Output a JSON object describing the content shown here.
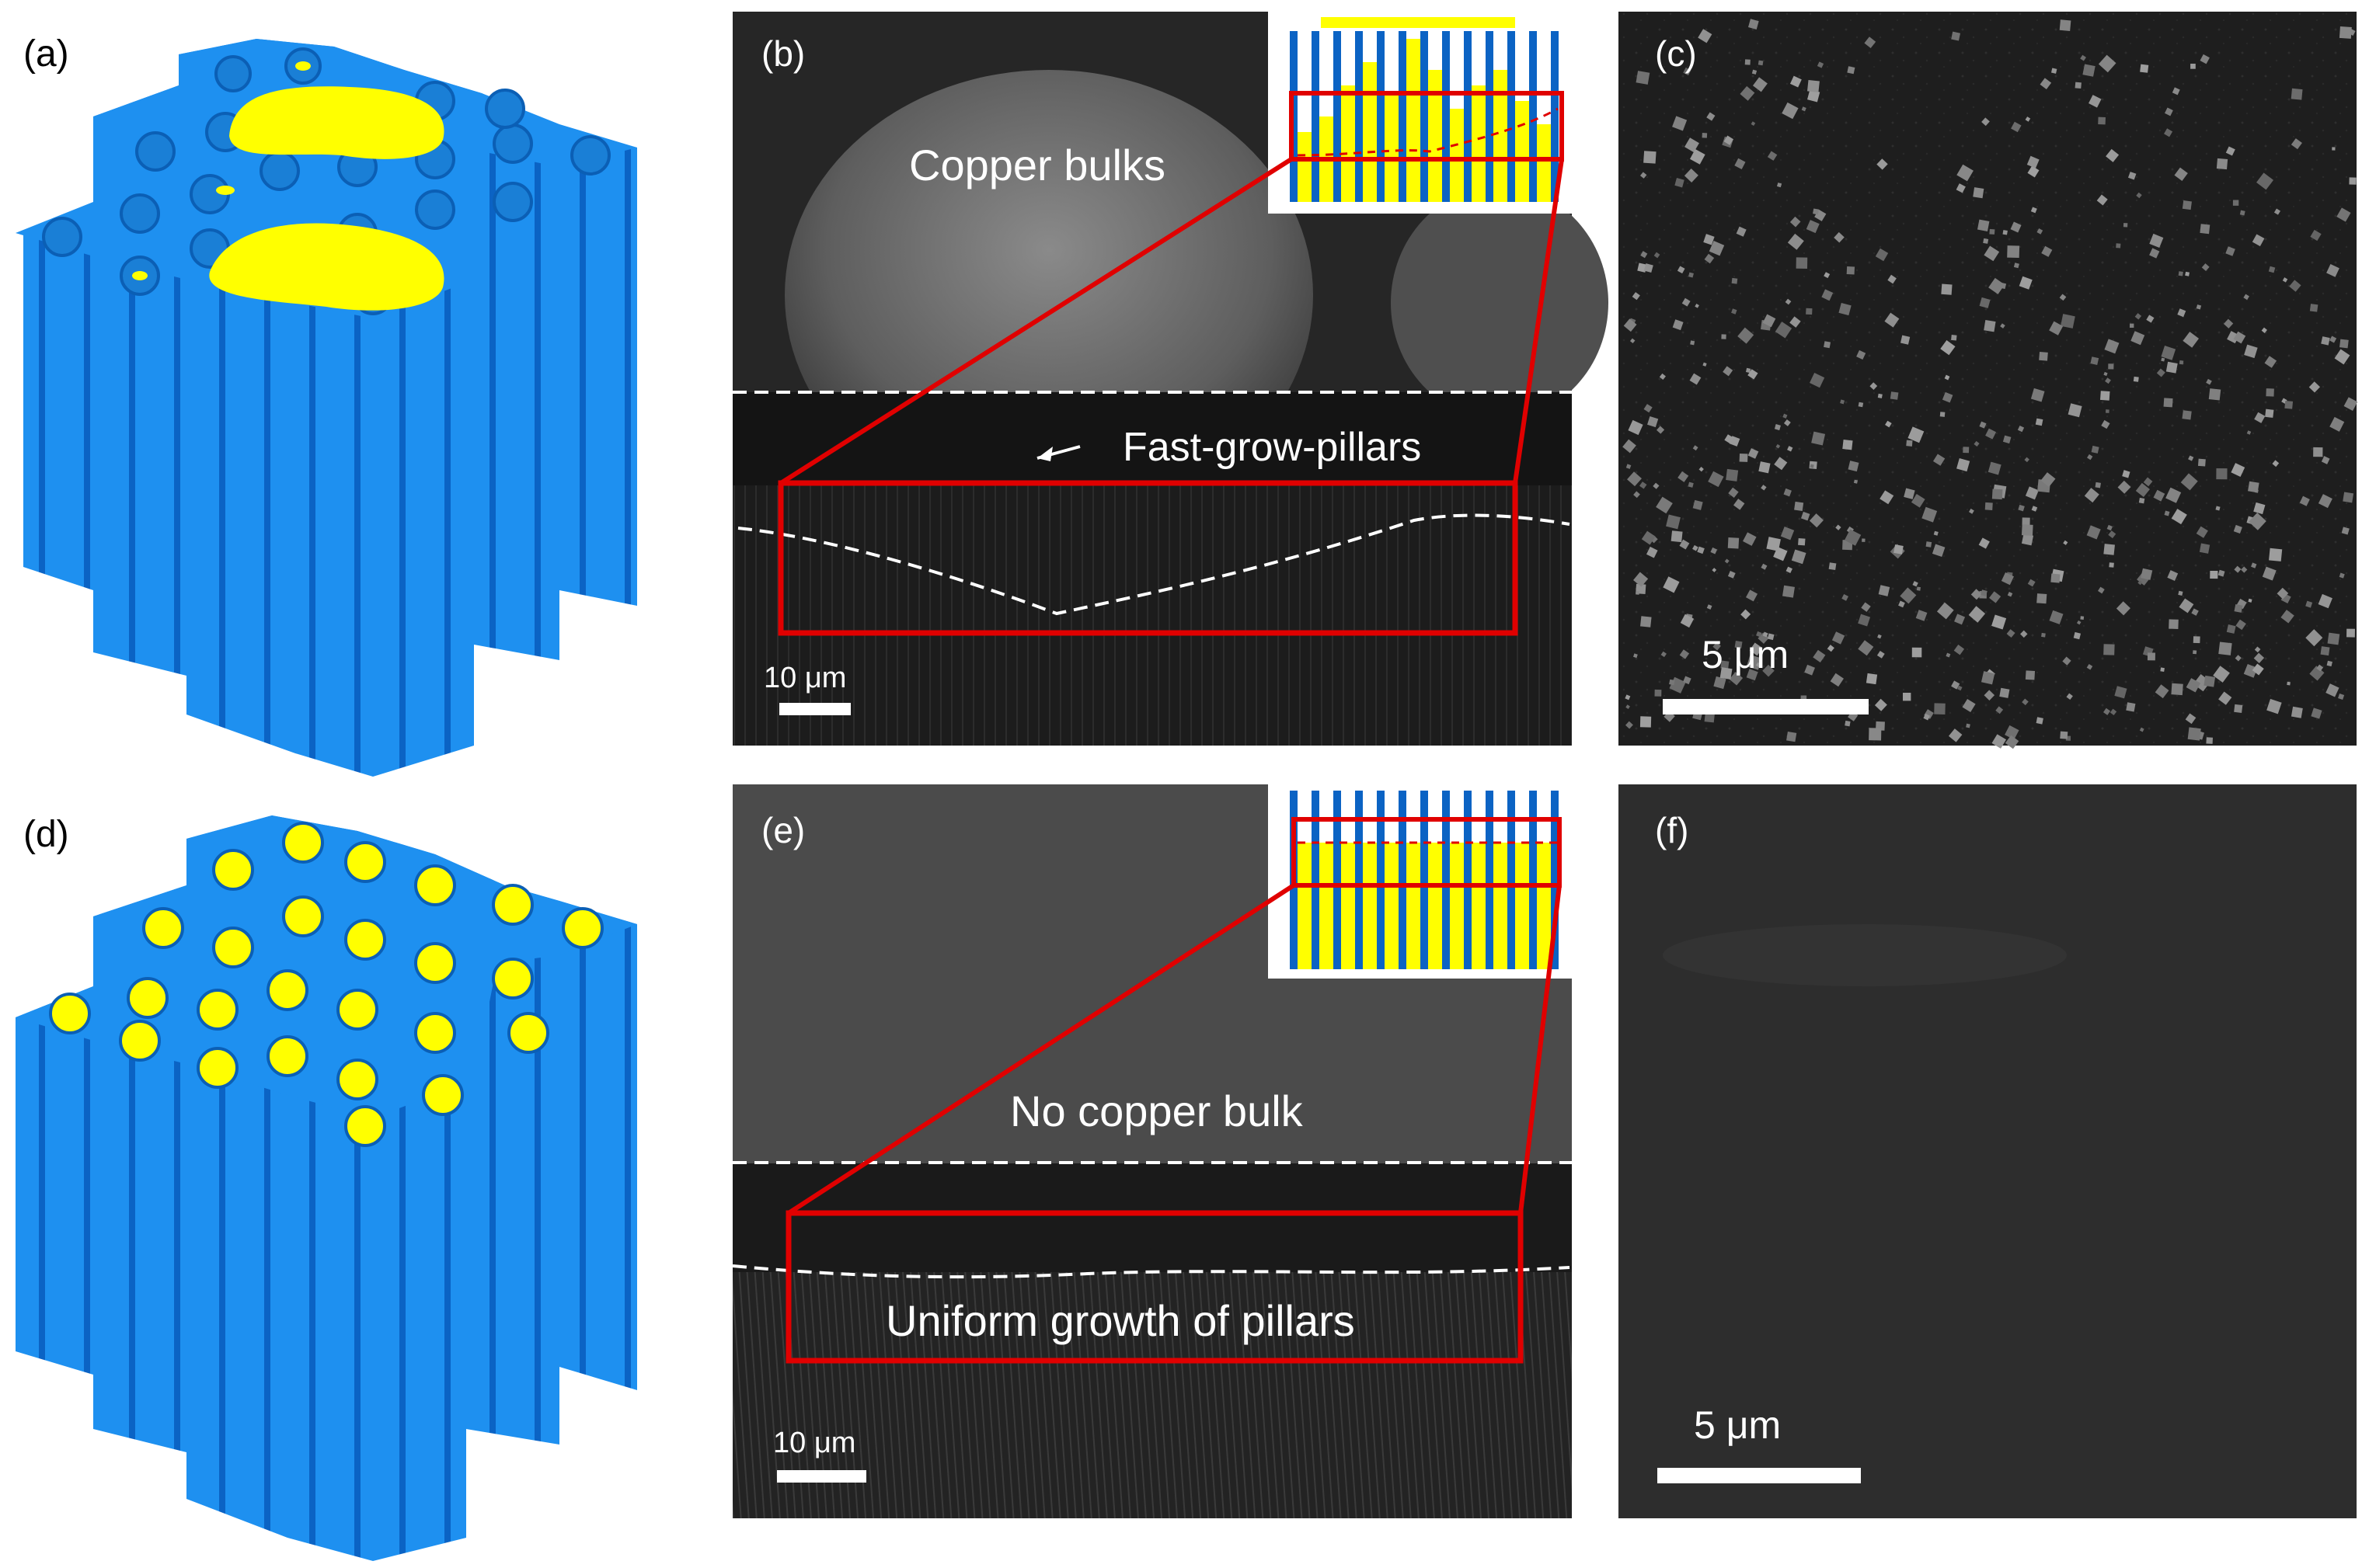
{
  "panels": {
    "a": {
      "label": "(a)"
    },
    "b": {
      "label": "(b)",
      "text_top": "Copper bulks",
      "text_arrow": "Fast-grow-pillars",
      "scale": "10 μm"
    },
    "c": {
      "label": "(c)",
      "scale": "5 μm"
    },
    "d": {
      "label": "(d)"
    },
    "e": {
      "label": "(e)",
      "text_top": "No copper bulk",
      "text_bottom": "Uniform growth of pillars",
      "scale": "10 μm"
    },
    "f": {
      "label": "(f)",
      "scale": "5 μm"
    }
  },
  "colors": {
    "pillar": "#1e90f0",
    "pillar_dark": "#0b63c4",
    "copper": "#ffff00",
    "highlight": "#e00000",
    "sem_dark": "#1f1f1f",
    "sem_mid": "#4a4a4a"
  }
}
